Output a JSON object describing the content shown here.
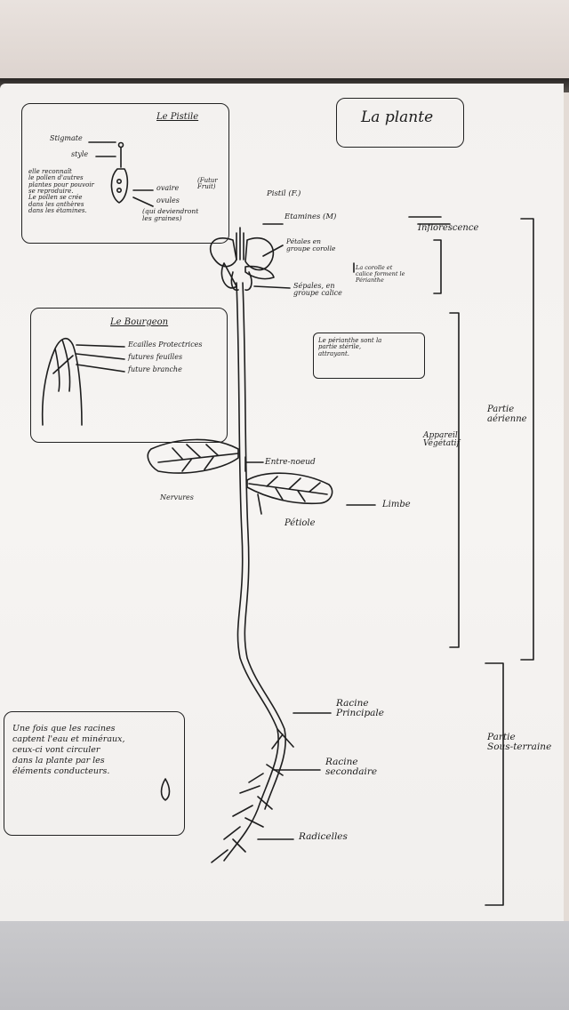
{
  "title": "La plante",
  "pistil_box": {
    "title": "Le Pistile",
    "stigmate": "Stigmate",
    "style": "style",
    "ovaire": "ovaire",
    "fruit_note": "(Futur\nFruit)",
    "ovules": "ovules",
    "graines_note": "(qui deviendront\nles graines)",
    "description": "elle reconnaît\nle pollen d'autres\nplantes pour pouvoir\nse reproduire.\nLe pollen se crée\ndans les anthères\ndans les étamines."
  },
  "bourgeon_box": {
    "title": "Le Bourgeon",
    "labels": [
      "Ecailles Protectrices",
      "futures feuilles",
      "future branche"
    ]
  },
  "flower_labels": {
    "pistil": "Pistil (F.)",
    "etamines": "Etamines (M)",
    "petales": "Pétales en\ngroupe corolle",
    "corolle_calice": "La corolle et\ncalice forment le\nPérianthe",
    "sepales": "Sépales, en\ngroupe calice"
  },
  "perianthe_note": "Le périanthe sont la\npartie stérile,\nattrayant.",
  "plant_labels": {
    "entre_noeud": "Entre-noeud",
    "nervures": "Nervures",
    "limbe": "Limbe",
    "petiole": "Pétiole",
    "racine_principale": "Racine\nPrincipale",
    "racine_secondaire": "Racine\nsecondaire",
    "radicelles": "Radicelles"
  },
  "sections": {
    "inflorescence": "Inflorescence",
    "appareil_vegetatif": "Appareil\nVégétatif",
    "partie_aerienne": "Partie\naérienne",
    "partie_souterraine": "Partie\nSous-terraine"
  },
  "roots_note": "Une fois que les racines\ncaptent l'eau et minéraux,\nceux-ci vont circuler\ndans la plante par les\néléments conducteurs."
}
